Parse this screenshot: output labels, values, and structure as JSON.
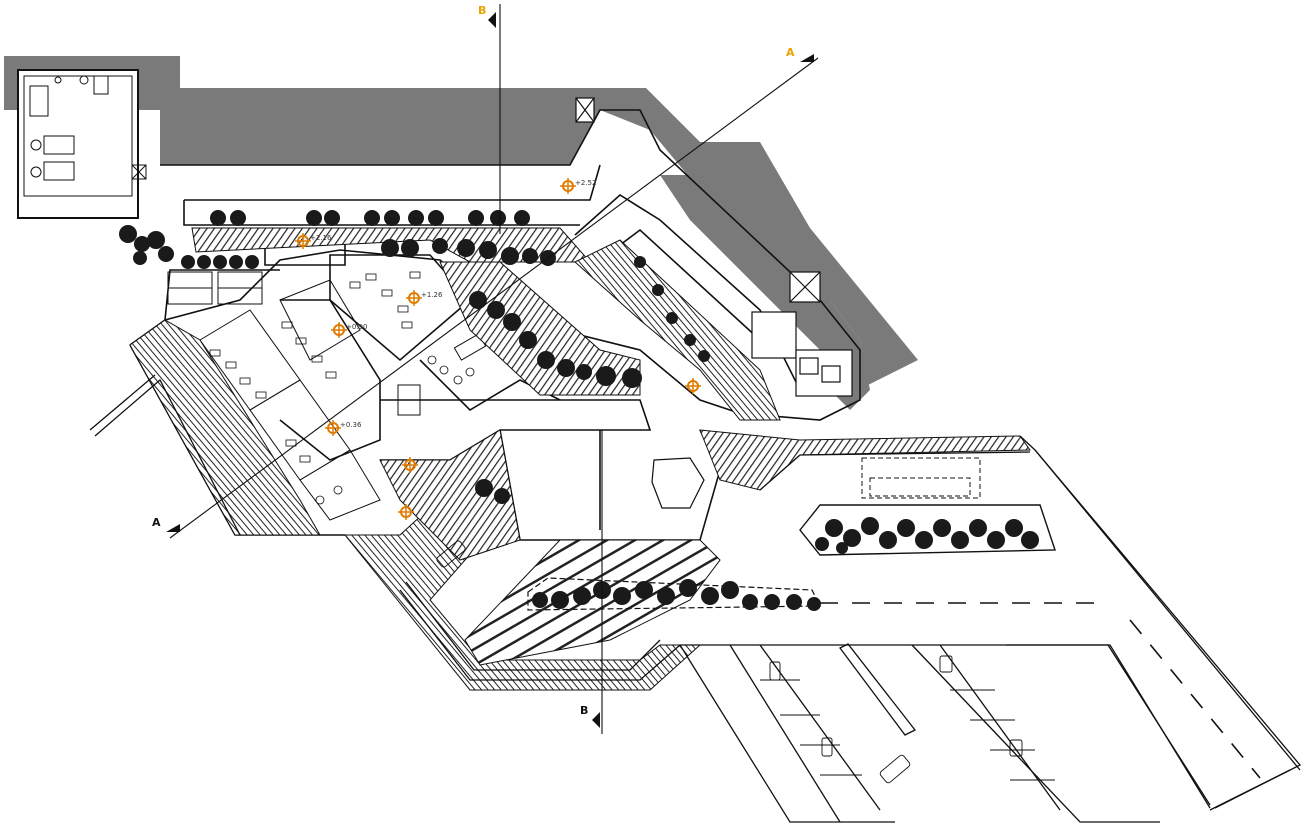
{
  "drawing": {
    "section_cuts": [
      {
        "id": "cut-a-top",
        "label": "A"
      },
      {
        "id": "cut-a-bottom",
        "label": "A"
      },
      {
        "id": "cut-b-top",
        "label": "B"
      },
      {
        "id": "cut-b-bottom",
        "label": "B"
      }
    ],
    "levels": [
      {
        "id": "level-1",
        "value": "+2.52"
      },
      {
        "id": "level-2",
        "value": "+2.16"
      },
      {
        "id": "level-3",
        "value": "+1.26"
      },
      {
        "id": "level-4",
        "value": "+0.90"
      },
      {
        "id": "level-5",
        "value": "+0.36"
      },
      {
        "id": "level-6",
        "value": ""
      },
      {
        "id": "level-7",
        "value": ""
      },
      {
        "id": "level-8",
        "value": ""
      }
    ],
    "colors": {
      "earth_fill": "#7a7a7a",
      "line": "#111111",
      "section_marker": "#e8a400",
      "level_marker": "#e07b00"
    }
  }
}
